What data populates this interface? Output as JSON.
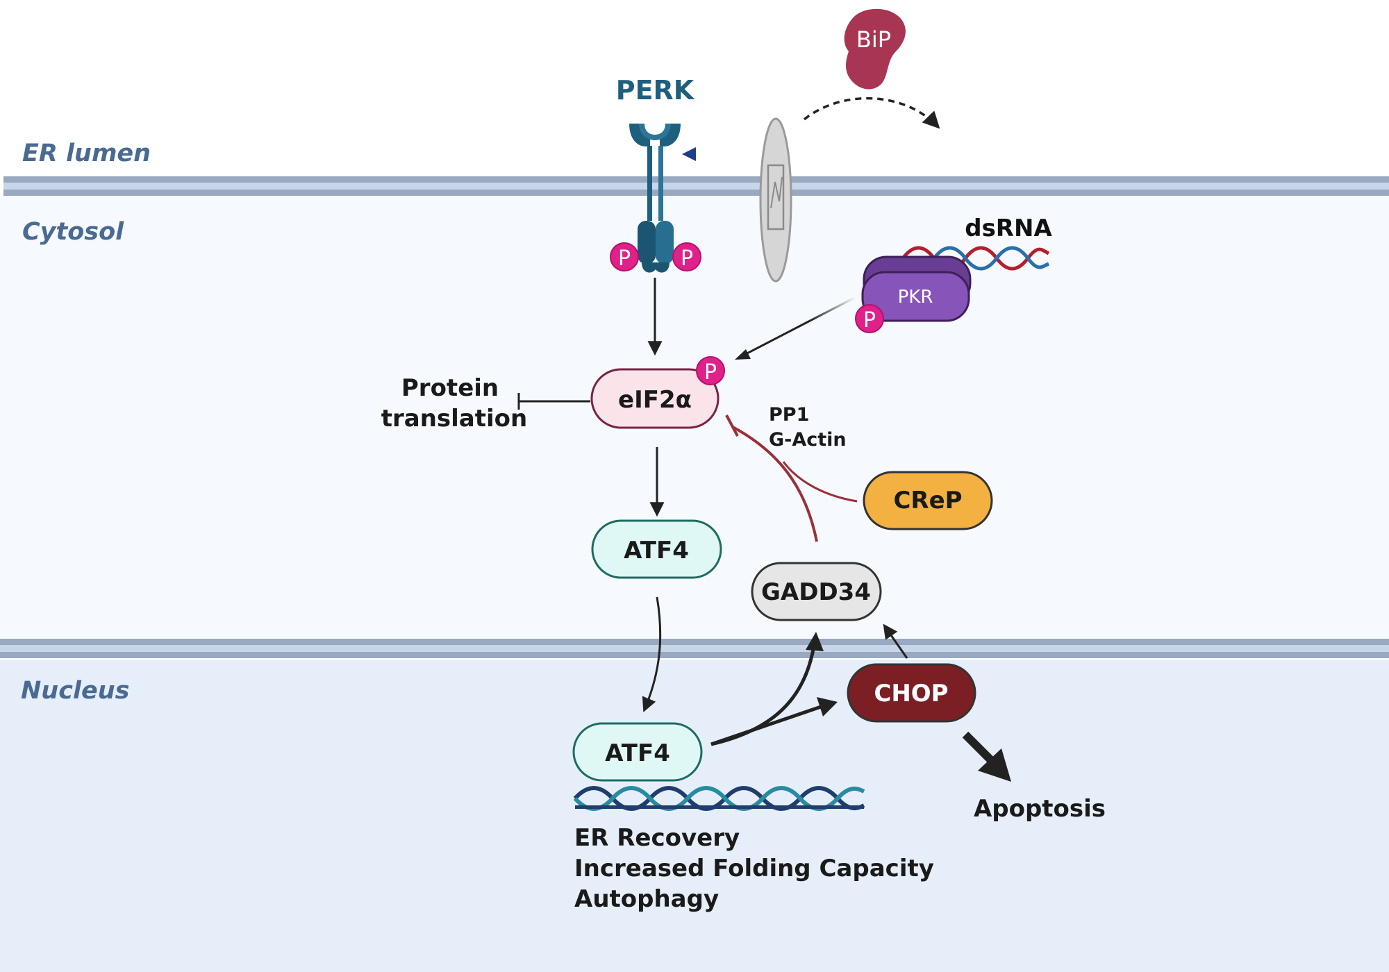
{
  "regions": {
    "er_lumen": "ER lumen",
    "cytosol": "Cytosol",
    "nucleus": "Nucleus"
  },
  "proteins": {
    "bip": "BiP",
    "perk": "PERK",
    "phospho": "P",
    "dsrna": "dsRNA",
    "pkr": "PKR",
    "eif2a": "eIF2α",
    "atf4_cytosol": "ATF4",
    "pp1": "PP1",
    "g_actin": "G-Actin",
    "crep": "CReP",
    "gadd34": "GADD34",
    "chop": "CHOP",
    "atf4_nucleus": "ATF4"
  },
  "outcomes": {
    "protein_translation_line1": "Protein",
    "protein_translation_line2": "translation",
    "apoptosis": "Apoptosis",
    "er_recovery": "ER Recovery",
    "folding_capacity": "Increased Folding Capacity",
    "autophagy": "Autophagy"
  },
  "colors": {
    "membrane": "#98a9c0",
    "membrane_inner": "#c8d6ea",
    "cytosol_bg": "#f6f9fd",
    "nucleus_bg": "#e6eff9",
    "perk": "#1f5f7e",
    "phospho": "#e0218a",
    "pkr": "#7d4fa8",
    "bip": "#a83652",
    "eif2a_fill": "#fbe3ea",
    "eif2a_stroke": "#7a2343",
    "atf4_fill": "#dff7f5",
    "atf4_stroke": "#1e6b62",
    "crep_fill": "#f2b140",
    "gadd34_fill": "#e6e6e6",
    "chop_fill": "#7b1f25",
    "inhibit": "#9b3037"
  }
}
